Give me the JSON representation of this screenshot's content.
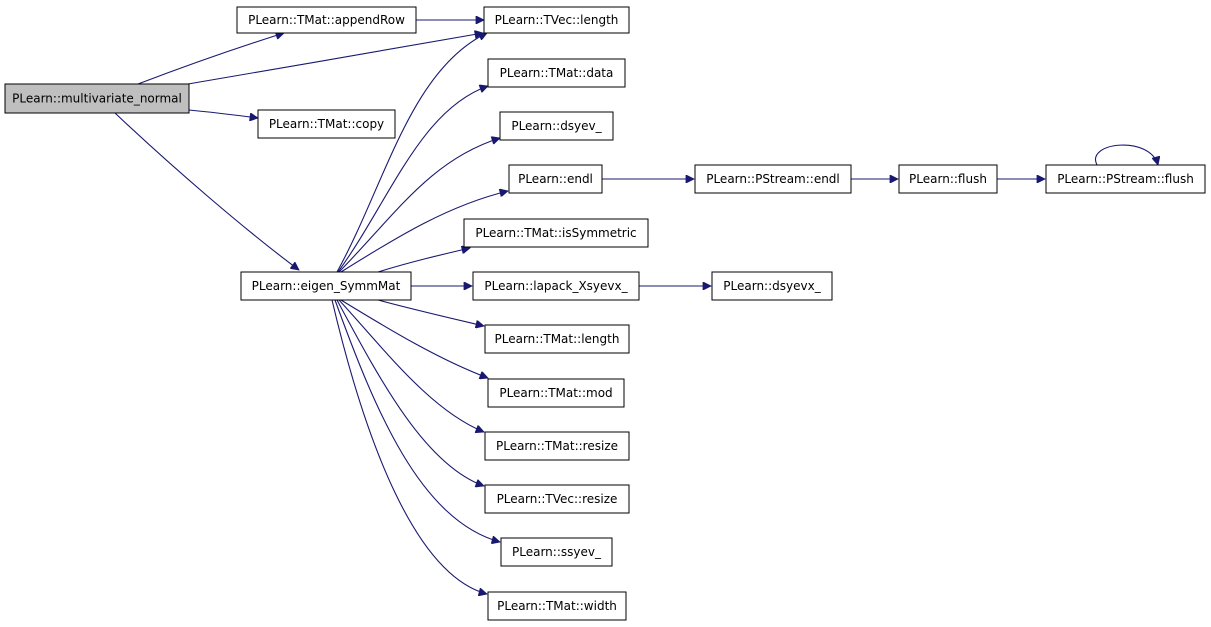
{
  "graph": {
    "type": "call-graph",
    "edge_color": "#191970",
    "root_fill": "#bfbfbf",
    "nodes": {
      "multivariate_normal": "PLearn::multivariate_normal",
      "appendRow": "PLearn::TMat::appendRow",
      "tvec_length": "PLearn::TVec::length",
      "copy": "PLearn::TMat::copy",
      "eigen_SymmMat": "PLearn::eigen_SymmMat",
      "data": "PLearn::TMat::data",
      "dsyev": "PLearn::dsyev_",
      "endl": "PLearn::endl",
      "pstream_endl": "PLearn::PStream::endl",
      "flush": "PLearn::flush",
      "pstream_flush": "PLearn::PStream::flush",
      "isSymmetric": "PLearn::TMat::isSymmetric",
      "lapack_Xsyevx": "PLearn::lapack_Xsyevx_",
      "dsyevx": "PLearn::dsyevx_",
      "tmat_length": "PLearn::TMat::length",
      "mod": "PLearn::TMat::mod",
      "tmat_resize": "PLearn::TMat::resize",
      "tvec_resize": "PLearn::TVec::resize",
      "ssyev": "PLearn::ssyev_",
      "width": "PLearn::TMat::width"
    },
    "edges": [
      [
        "multivariate_normal",
        "appendRow"
      ],
      [
        "multivariate_normal",
        "tvec_length"
      ],
      [
        "multivariate_normal",
        "copy"
      ],
      [
        "multivariate_normal",
        "eigen_SymmMat"
      ],
      [
        "appendRow",
        "tvec_length"
      ],
      [
        "eigen_SymmMat",
        "tvec_length"
      ],
      [
        "eigen_SymmMat",
        "data"
      ],
      [
        "eigen_SymmMat",
        "dsyev"
      ],
      [
        "eigen_SymmMat",
        "endl"
      ],
      [
        "eigen_SymmMat",
        "isSymmetric"
      ],
      [
        "eigen_SymmMat",
        "lapack_Xsyevx"
      ],
      [
        "eigen_SymmMat",
        "tmat_length"
      ],
      [
        "eigen_SymmMat",
        "mod"
      ],
      [
        "eigen_SymmMat",
        "tmat_resize"
      ],
      [
        "eigen_SymmMat",
        "tvec_resize"
      ],
      [
        "eigen_SymmMat",
        "ssyev"
      ],
      [
        "eigen_SymmMat",
        "width"
      ],
      [
        "endl",
        "pstream_endl"
      ],
      [
        "pstream_endl",
        "flush"
      ],
      [
        "flush",
        "pstream_flush"
      ],
      [
        "lapack_Xsyevx",
        "dsyevx"
      ],
      [
        "pstream_flush",
        "pstream_flush"
      ]
    ]
  }
}
